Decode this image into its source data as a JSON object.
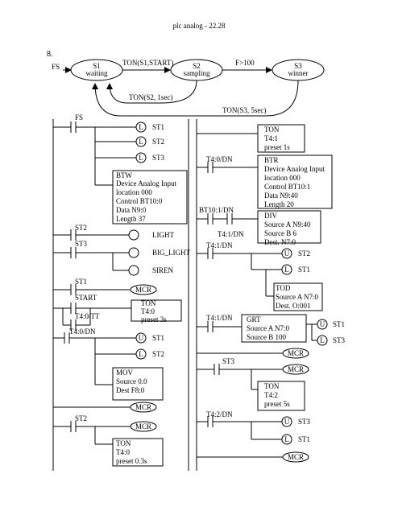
{
  "header": "plc analog - 22.28",
  "problem_number": "8.",
  "state_diagram": {
    "input_label": "FS",
    "states": [
      {
        "id": "S1",
        "name": "waiting"
      },
      {
        "id": "S2",
        "name": "sampling"
      },
      {
        "id": "S3",
        "name": "winner"
      }
    ],
    "transitions": {
      "s1_s2": "TON(S1,START)",
      "s2_s3": "F>100",
      "s2_s1": "TON(S2, 1sec)",
      "s3_s1": "TON(S3, 5sec)"
    }
  },
  "ladder_left": {
    "rung1": {
      "contact": "FS",
      "coils": [
        "ST1",
        "ST2",
        "ST3"
      ],
      "coil_type": "L",
      "btw": {
        "name": "BTW",
        "lines": [
          "Device Analog Input",
          "location 000",
          "Control BT10:0",
          "Data N9:0",
          "Length 37"
        ]
      }
    },
    "rung2": {
      "contact": "ST2",
      "coil": "LIGHT"
    },
    "rung3": {
      "contact": "ST3",
      "coils": [
        "BIG_LIGHT",
        "SIREN"
      ]
    },
    "rung4": {
      "contact": "ST1",
      "coil": "MCR"
    },
    "rung5": {
      "contact_a": "START",
      "contact_b": "T4:0/TT",
      "ton": {
        "name": "TON",
        "lines": [
          "T4:0",
          "preset 3s"
        ]
      }
    },
    "rung6": {
      "contact": "T4:0/DN",
      "coil_a": {
        "type": "U",
        "label": "ST1"
      },
      "coil_b": {
        "type": "L",
        "label": "ST2"
      },
      "mov": {
        "name": "MOV",
        "lines": [
          "Source 0.0",
          "Dest F8:0"
        ]
      }
    },
    "rung7": {
      "coil": "MCR"
    },
    "rung8": {
      "contact": "ST2",
      "coil": "MCR",
      "ton": {
        "name": "TON",
        "lines": [
          "T4:0",
          "preset 0.3s"
        ]
      }
    }
  },
  "ladder_right": {
    "ton1": {
      "name": "TON",
      "lines": [
        "T4:1",
        "preset 1s"
      ]
    },
    "btr_rung": {
      "contact": "T4:0/DN",
      "btr": {
        "name": "BTR",
        "lines": [
          "Device Analog Input",
          "location 000",
          "Control BT10:1",
          "Data N9:40",
          "Length 20"
        ]
      }
    },
    "div_rung": {
      "contact_a": "BT10:1/DN",
      "contact_b": "T4:1/DN",
      "div": {
        "name": "DIV",
        "lines": [
          "Source A N9:40",
          "Source B 6",
          "Dest. N7:0"
        ]
      }
    },
    "t41_rung": {
      "contact": "T4:1/DN",
      "coil_a": {
        "type": "U",
        "label": "ST2"
      },
      "coil_b": {
        "type": "L",
        "label": "ST1"
      },
      "tod": {
        "name": "TOD",
        "lines": [
          "Source A N7:0",
          "Dest. O:001"
        ]
      }
    },
    "grt_rung": {
      "contact": "T4:1/DN",
      "grt": {
        "name": "GRT",
        "lines": [
          "Source A N7:0",
          "Source B 100"
        ]
      },
      "coil_a": {
        "type": "U",
        "label": "ST1"
      },
      "coil_b": {
        "type": "L",
        "label": "ST3"
      }
    },
    "mcr1": "MCR",
    "st3_rung": {
      "contact": "ST3",
      "coil": "MCR",
      "ton": {
        "name": "TON",
        "lines": [
          "T4:2",
          "preset 5s"
        ]
      }
    },
    "t42_rung": {
      "contact": "T4:2/DN",
      "coil_a": {
        "type": "U",
        "label": "ST3"
      },
      "coil_b": {
        "type": "L",
        "label": "ST1"
      }
    },
    "mcr_end": "MCR"
  }
}
